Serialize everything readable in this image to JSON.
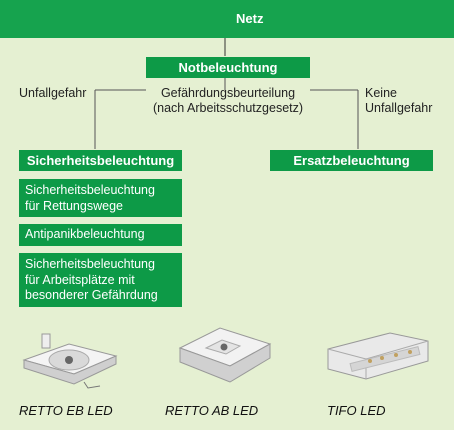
{
  "top_bar": {
    "label": "Netz"
  },
  "nodes": {
    "notbeleuchtung": "Notbeleuchtung",
    "sicherheitsbeleuchtung": "Sicherheitsbeleuchtung",
    "ersatzbeleuchtung": "Ersatzbeleuchtung",
    "sub_items": [
      [
        "Sicherheitsbeleuchtung",
        "für Rettungswege"
      ],
      [
        "Antipanikbeleuchtung"
      ],
      [
        "Sicherheitsbeleuchtung",
        "für Arbeitsplätze mit",
        "besonderer Gefährdung"
      ]
    ]
  },
  "branch_labels": {
    "left": "Unfallgefahr",
    "center_line1": "Gefährdungsbeurteilung",
    "center_line2": "(nach Arbeitsschutzgesetz)",
    "right_line1": "Keine",
    "right_line2": "Unfallgefahr"
  },
  "products": [
    {
      "name": "RETTO EB LED"
    },
    {
      "name": "RETTO AB LED"
    },
    {
      "name": "TIFO LED"
    }
  ],
  "colors": {
    "accent_green": "#0d9a47",
    "background": "#e5f0d2",
    "line": "#555555"
  }
}
